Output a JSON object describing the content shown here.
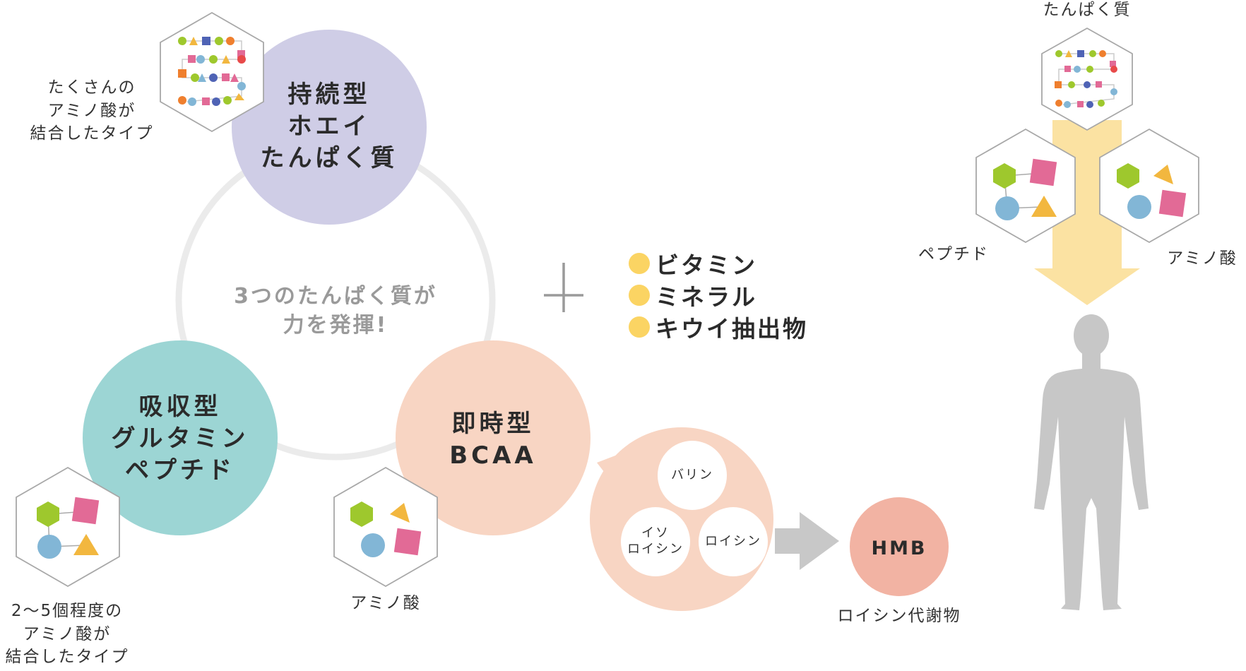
{
  "colors": {
    "whey": "#cfcde6",
    "glutamine": "#9cd5d4",
    "bcaa": "#f8d5c3",
    "hmb": "#f2b3a3",
    "ring": "#ebebeb",
    "supplement_dot": "#fbd463",
    "arrow_gray": "#c8c8c8",
    "arrow_yellow": "#fbe2a2",
    "human": "#c7c7c7",
    "shape_green": "#9ec82d",
    "shape_pink": "#e26a96",
    "shape_blue": "#82b6d6",
    "shape_yellow": "#f2b73f"
  },
  "center_caption": "3つのたんぱく質が\n力を発揮!",
  "plus_sign": "+",
  "whey": {
    "title": "持続型\nホエイ\nたんぱく質",
    "description": "たくさんの\nアミノ酸が\n結合したタイプ"
  },
  "glutamine": {
    "title": "吸収型\nグルタミン\nペプチド",
    "description": "2〜5個程度の\nアミノ酸が\n結合したタイプ"
  },
  "bcaa": {
    "title": "即時型\nBCAA",
    "caption": "アミノ酸",
    "bubbles": [
      "バリン",
      "イソ\nロイシン",
      "ロイシン"
    ]
  },
  "hmb": {
    "label": "HMB",
    "caption": "ロイシン代謝物"
  },
  "supplements": [
    "ビタミン",
    "ミネラル",
    "キウイ抽出物"
  ],
  "absorption": {
    "protein_label": "たんぱく質",
    "peptide_label": "ペプチド",
    "amino_label": "アミノ酸"
  },
  "icons": {
    "protein_chain": "amino-acid-chain-icon",
    "peptide": "peptide-molecule-icon",
    "amino": "amino-acid-icon",
    "human": "human-body-icon",
    "arrow": "arrow-right-icon"
  }
}
